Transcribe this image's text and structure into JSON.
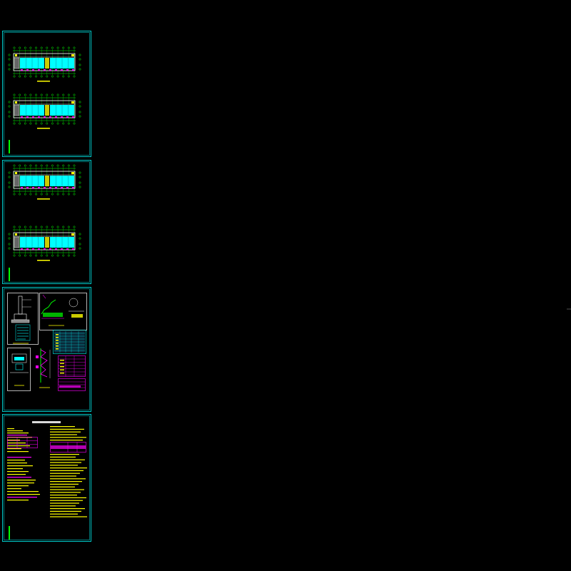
{
  "drawing": {
    "background": "#000000",
    "colors": {
      "frame": "#00c8c8",
      "grid": "#00ff00",
      "room": "#00ffff",
      "wall": "#ffffff",
      "pink": "#ff00ff",
      "yellow": "#ffff00",
      "title": "#ffff00"
    },
    "sheets": [
      {
        "id": "sheet-1",
        "type": "floor-plans",
        "plan_count": 2
      },
      {
        "id": "sheet-2",
        "type": "floor-plans",
        "plan_count": 2
      },
      {
        "id": "sheet-3",
        "type": "details-and-tables"
      },
      {
        "id": "sheet-4",
        "type": "design-notes"
      }
    ]
  }
}
